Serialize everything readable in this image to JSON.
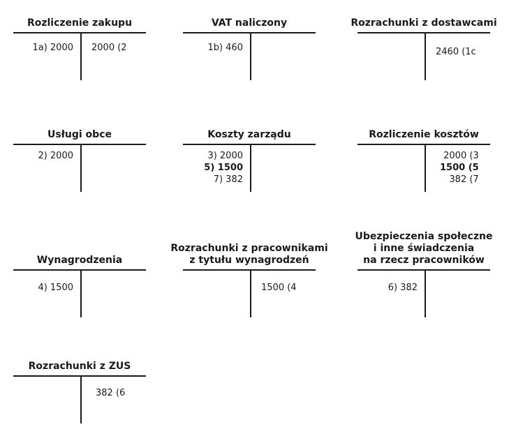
{
  "accounts": [
    {
      "title": "Rozliczenie zakupu",
      "debit": [
        "1a) 2000"
      ],
      "credit": [
        "2000 (2"
      ]
    },
    {
      "title": "VAT naliczony",
      "debit": [
        "1b) 460"
      ],
      "credit": []
    },
    {
      "title": "Rozrachunki z dostawcami",
      "debit": [],
      "credit": [
        "2460 (1c"
      ]
    },
    {
      "title": "Usługi obce",
      "debit": [
        "2) 2000"
      ],
      "credit": []
    },
    {
      "title": "Koszty zarządu",
      "debit": [
        "3) 2000",
        "5) 1500",
        "7) 382"
      ],
      "credit": []
    },
    {
      "title": "Rozliczenie kosztów",
      "debit": [],
      "credit": [
        "2000 (3",
        "1500 (5",
        "382 (7"
      ]
    },
    {
      "title": "Wynagrodzenia",
      "debit": [
        "4) 1500"
      ],
      "credit": []
    },
    {
      "title": "Rozrachunki z pracownikami\nz tytułu wynagrodzeń",
      "debit": [],
      "credit": [
        "1500 (4"
      ]
    },
    {
      "title": "Ubezpieczenia społeczne\ni inne świadczenia\nna rzecz pracowników",
      "debit": [
        "6) 382"
      ],
      "credit": []
    },
    {
      "title": "Rozrachunki z ZUS",
      "debit": [],
      "credit": [
        "382 (6"
      ]
    }
  ]
}
